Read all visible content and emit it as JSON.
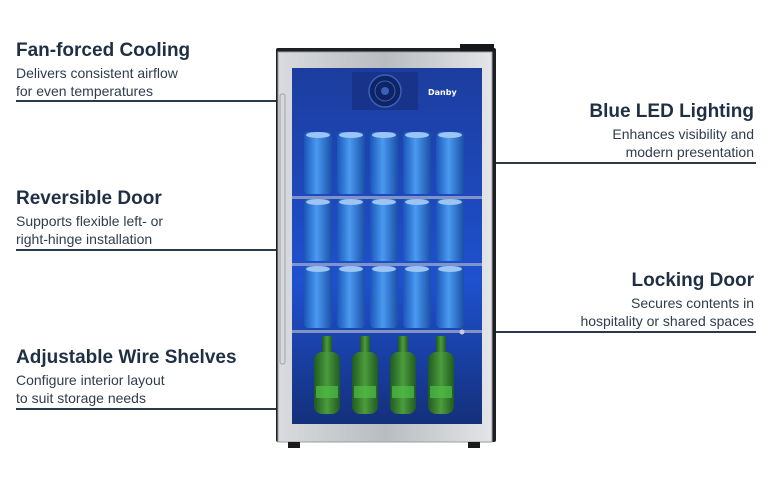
{
  "features": {
    "fan_cooling": {
      "title": "Fan-forced Cooling",
      "line1": "Delivers consistent airflow",
      "line2": "for even temperatures"
    },
    "reversible_door": {
      "title": "Reversible Door",
      "line1": "Supports flexible left- or",
      "line2": "right-hinge installation"
    },
    "wire_shelves": {
      "title": "Adjustable Wire Shelves",
      "line1": "Configure interior layout",
      "line2": "to suit storage needs"
    },
    "blue_led": {
      "title": "Blue LED Lighting",
      "line1": "Enhances visibility and",
      "line2": "modern presentation"
    },
    "locking_door": {
      "title": "Locking Door",
      "line1": "Secures contents in",
      "line2": "hospitality or shared spaces"
    }
  },
  "product": {
    "brand": "Danby"
  },
  "colors": {
    "text": "#1f3044",
    "leader": "#2a3a4c",
    "interior": "#1e4ec8",
    "cans": "#2f7fe0",
    "bottles": "#3f8f3a",
    "steel": "#c7c9cc"
  }
}
